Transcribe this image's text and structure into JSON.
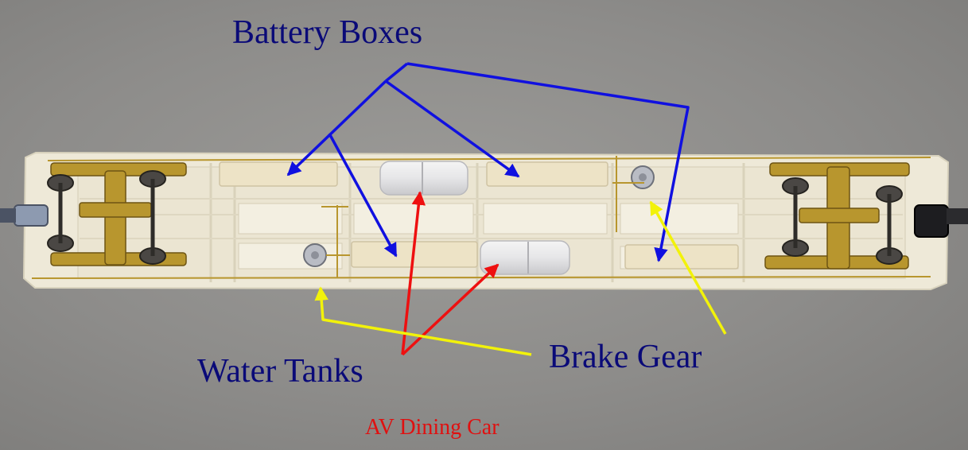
{
  "labels": {
    "battery_boxes": "Battery Boxes",
    "water_tanks": "Water Tanks",
    "brake_gear": "Brake Gear"
  },
  "caption": "AV Dining Car",
  "colors": {
    "label_text": "#0a0a78",
    "caption_text": "#e01010",
    "battery_arrows": "#1010e0",
    "water_arrows": "#ee1010",
    "brake_arrows": "#f2f20a",
    "car_body": "#eee9d8",
    "brass": "#b8962e"
  }
}
